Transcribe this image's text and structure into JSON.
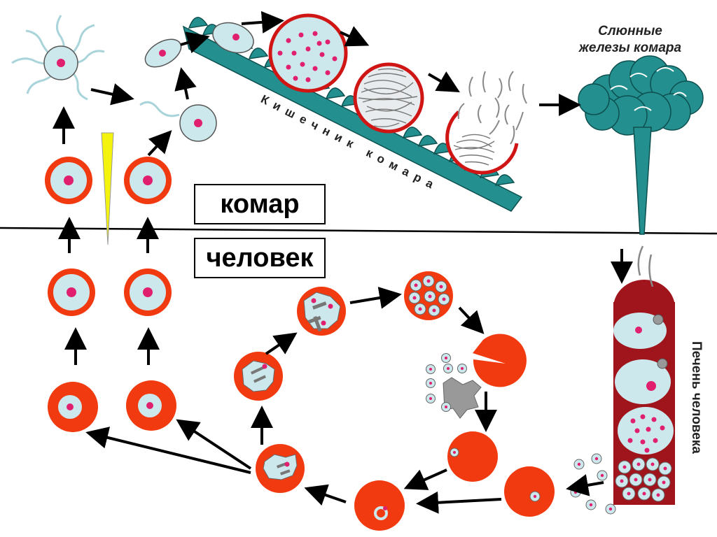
{
  "zones": {
    "mosquito": "комар",
    "human": "человек"
  },
  "labels": {
    "salivary_glands_line1": "Слюнные",
    "salivary_glands_line2": "железы комара",
    "mosquito_gut": "Кишечник комара",
    "human_liver": "Печень человека"
  },
  "colors": {
    "red": "#f23a10",
    "cell_blue": "#cde8ec",
    "nucleus": "#e0206e",
    "teal": "#23908f",
    "liver_dark": "#a0141c",
    "gut_red": "#d01515",
    "divider": "#000000"
  }
}
